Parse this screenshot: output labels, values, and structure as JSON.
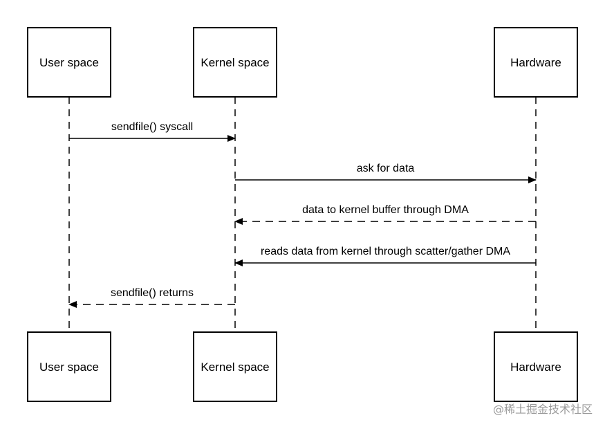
{
  "participants": [
    {
      "id": "user",
      "label": "User space"
    },
    {
      "id": "kernel",
      "label": "Kernel space"
    },
    {
      "id": "hardware",
      "label": "Hardware"
    }
  ],
  "messages": [
    {
      "from": "user",
      "to": "kernel",
      "label": "sendfile() syscall",
      "style": "solid"
    },
    {
      "from": "kernel",
      "to": "hardware",
      "label": "ask for data",
      "style": "solid"
    },
    {
      "from": "hardware",
      "to": "kernel",
      "label": "data to kernel buffer through DMA",
      "style": "dashed"
    },
    {
      "from": "hardware",
      "to": "kernel",
      "label": "reads data from kernel through scatter/gather DMA",
      "style": "solid"
    },
    {
      "from": "kernel",
      "to": "user",
      "label": "sendfile() returns",
      "style": "dashed"
    }
  ],
  "watermark": "@稀土掘金技术社区"
}
